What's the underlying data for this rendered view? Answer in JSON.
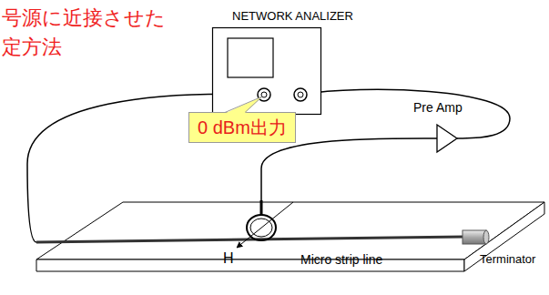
{
  "diagram": {
    "title": "号源に近接させた 定方法",
    "nodes": [
      {
        "text": [
          "NETWORK ANALIZER"
        ]
      },
      {
        "text": [
          "0 dBm出力"
        ]
      },
      {
        "text": [
          "Pre Amp"
        ]
      },
      {
        "text": [
          "Micro strip line"
        ]
      },
      {
        "text": [
          "Terminator"
        ]
      }
    ],
    "edges": [
      {
        "from": 0,
        "to": 3,
        "arrow": "none"
      },
      {
        "from": 0,
        "to": 2,
        "arrow": "none"
      },
      {
        "from": 2,
        "to": 3,
        "arrow": "none"
      }
    ],
    "labels": [
      "H"
    ]
  }
}
